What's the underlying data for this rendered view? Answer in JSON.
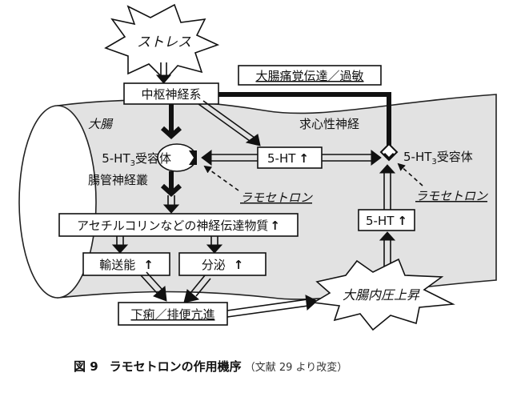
{
  "diagram": {
    "stress": "ストレス",
    "cns": "中枢神経系",
    "hypersensitivity": "大腸痛覚伝達／過敏",
    "colon": "大腸",
    "afferent_nerve": "求心性神経",
    "receptor_left": "5-HT",
    "receptor_left_sub": "3",
    "receptor_left_suffix": "受容体",
    "receptor_right": "5-HT",
    "receptor_right_sub": "3",
    "receptor_right_suffix": "受容体",
    "enteric_plexus": "腸管神経叢",
    "serotonin_center": "5-HT",
    "serotonin_right": "5-HT",
    "up_arrow": "↑",
    "ramosetron_left": "ラモセトロン",
    "ramosetron_right": "ラモセトロン",
    "neurotransmitters": "アセチルコリンなどの神経伝達物質",
    "transport": "輸送能",
    "secretion": "分泌",
    "diarrhea": "下痢／排便亢進",
    "pressure": "大腸内圧上昇"
  },
  "caption": {
    "figure_no": "図 9",
    "title": "ラモセトロンの作用機序",
    "source": "（文献 29 より改変）"
  }
}
